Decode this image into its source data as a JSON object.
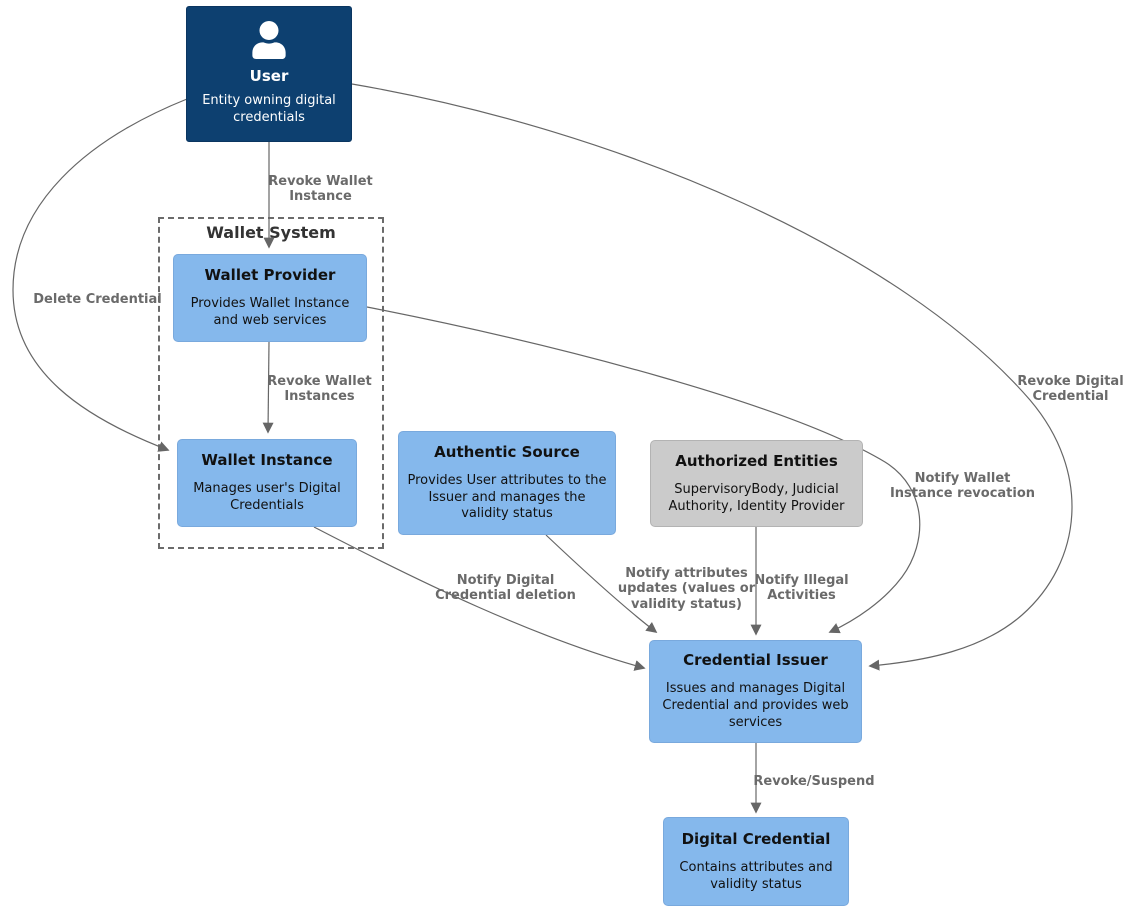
{
  "diagram": {
    "title": "Digital credential lifecycle diagram",
    "colors": {
      "primary_node_fill": "#0d4070",
      "secondary_node_fill": "#85b8ec",
      "neutral_node_fill": "#cbcbcb",
      "edge_stroke": "#666666",
      "edge_label_text": "#6a6a6a",
      "container_border": "#6b6b6b",
      "container_title_text": "#333333",
      "node_text_dark": "#111111",
      "node_text_light": "#ffffff",
      "background": "#ffffff"
    },
    "container": {
      "title": "Wallet System"
    },
    "nodes": [
      {
        "id": "user",
        "title": "User",
        "description": "Entity owning digital credentials",
        "icon": "user-icon"
      },
      {
        "id": "wallet-provider",
        "title": "Wallet Provider",
        "description": "Provides Wallet Instance and web services"
      },
      {
        "id": "wallet-instance",
        "title": "Wallet Instance",
        "description": "Manages user's Digital Credentials"
      },
      {
        "id": "authentic-source",
        "title": "Authentic Source",
        "description": "Provides User attributes to the Issuer and manages the validity status"
      },
      {
        "id": "authorized-entities",
        "title": "Authorized Entities",
        "description": "SupervisoryBody, Judicial Authority, Identity Provider"
      },
      {
        "id": "credential-issuer",
        "title": "Credential Issuer",
        "description": "Issues and manages Digital Credential and provides web services"
      },
      {
        "id": "digital-credential",
        "title": "Digital Credential",
        "description": "Contains attributes and validity status"
      }
    ],
    "edges": [
      {
        "from": "User",
        "to": "Wallet Provider",
        "label": "Revoke Wallet\nInstance"
      },
      {
        "from": "Wallet Provider",
        "to": "Wallet Instance",
        "label": "Revoke Wallet\nInstances"
      },
      {
        "from": "User",
        "to": "Wallet Instance",
        "label": "Delete Credential"
      },
      {
        "from": "User",
        "to": "Credential Issuer",
        "label": "Revoke Digital\nCredential"
      },
      {
        "from": "Wallet Provider",
        "to": "Credential Issuer",
        "label": "Notify Wallet\nInstance revocation"
      },
      {
        "from": "Wallet Instance",
        "to": "Credential Issuer",
        "label": "Notify Digital\nCredential deletion"
      },
      {
        "from": "Authentic Source",
        "to": "Credential Issuer",
        "label": "Notify attributes\nupdates (values or\nvalidity status)"
      },
      {
        "from": "Authorized Entities",
        "to": "Credential Issuer",
        "label": "Notify Illegal\nActivities"
      },
      {
        "from": "Credential Issuer",
        "to": "Digital Credential",
        "label": "Revoke/Suspend"
      }
    ]
  }
}
